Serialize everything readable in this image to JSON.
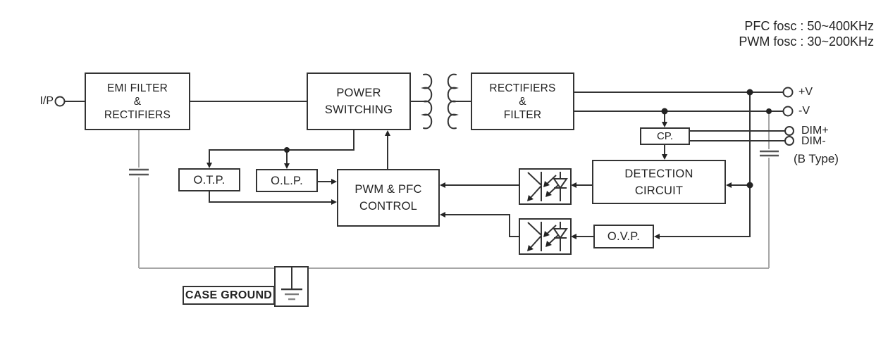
{
  "header": {
    "pfc_line": "PFC fosc : 50~400KHz",
    "pwm_line": "PWM fosc : 30~200KHz"
  },
  "input": {
    "label": "I/P"
  },
  "blocks": {
    "emi": {
      "lines": [
        "EMI FILTER",
        "&",
        "RECTIFIERS"
      ]
    },
    "power": {
      "lines": [
        "POWER",
        "SWITCHING"
      ]
    },
    "rectifiers": {
      "lines": [
        "RECTIFIERS",
        "&",
        "FILTER"
      ]
    },
    "cp": {
      "label": "CP."
    },
    "detection": {
      "lines": [
        "DETECTION",
        "CIRCUIT"
      ]
    },
    "otp": {
      "label": "O.T.P."
    },
    "olp": {
      "label": "O.L.P."
    },
    "pwm_pfc": {
      "lines": [
        "PWM & PFC",
        "CONTROL"
      ]
    },
    "ovp": {
      "label": "O.V.P."
    },
    "case_ground": {
      "label": "CASE GROUND"
    }
  },
  "outputs": {
    "plus_v": "+V",
    "minus_v": "-V",
    "dim_plus": "DIM+",
    "dim_minus": "DIM-",
    "b_type": "(B Type)"
  },
  "icons": {
    "transformer": "transformer-coils-icon",
    "optocoupler": "optocoupler-icon",
    "ground": "earth-ground-icon",
    "capacitor": "capacitor-icon",
    "terminal": "circle-terminal-icon"
  },
  "colors": {
    "line": "#333333",
    "secondary_line": "#a6a6a6",
    "capacitor_plate": "#555555",
    "background": "#ffffff",
    "text": "#232323"
  }
}
